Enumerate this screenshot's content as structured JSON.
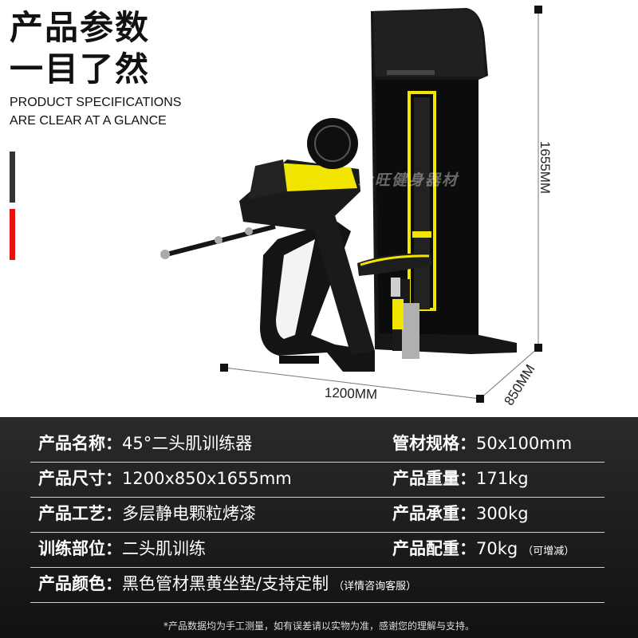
{
  "header": {
    "title_line1": "产品参数",
    "title_line2": "一目了然",
    "subtitle_line1": "PRODUCT SPECIFICATIONS",
    "subtitle_line2": "ARE CLEAR AT A GLANCE"
  },
  "image": {
    "subject": "biceps-curl-machine",
    "dim_height": "1655MM",
    "dim_width": "1200MM",
    "dim_depth": "850MM",
    "watermark": "永旺健身器材"
  },
  "colors": {
    "accent_yellow": "#f2e600",
    "frame_black": "#1a1a1a",
    "accent_red": "#e41212",
    "panel_bg": "#1c1c1c"
  },
  "specs": [
    {
      "label": "产品名称：",
      "value": "45°二头肌训练器",
      "label2": "管材规格：",
      "value2": "50x100mm"
    },
    {
      "label": "产品尺寸：",
      "value": "1200x850x1655mm",
      "label2": "产品重量：",
      "value2": "171kg"
    },
    {
      "label": "产品工艺：",
      "value": "多层静电颗粒烤漆",
      "label2": "产品承重：",
      "value2": "300kg"
    },
    {
      "label": "训练部位：",
      "value": "二头肌训练",
      "label2": "产品配重：",
      "value2": "70kg",
      "note2": "（可增减）"
    },
    {
      "label": "产品颜色：",
      "value": "黑色管材黑黄坐垫/支持定制",
      "note": "（详情咨询客服）"
    }
  ],
  "footnote": "*产品数据均为手工测量，如有误差请以实物为准，感谢您的理解与支持。"
}
